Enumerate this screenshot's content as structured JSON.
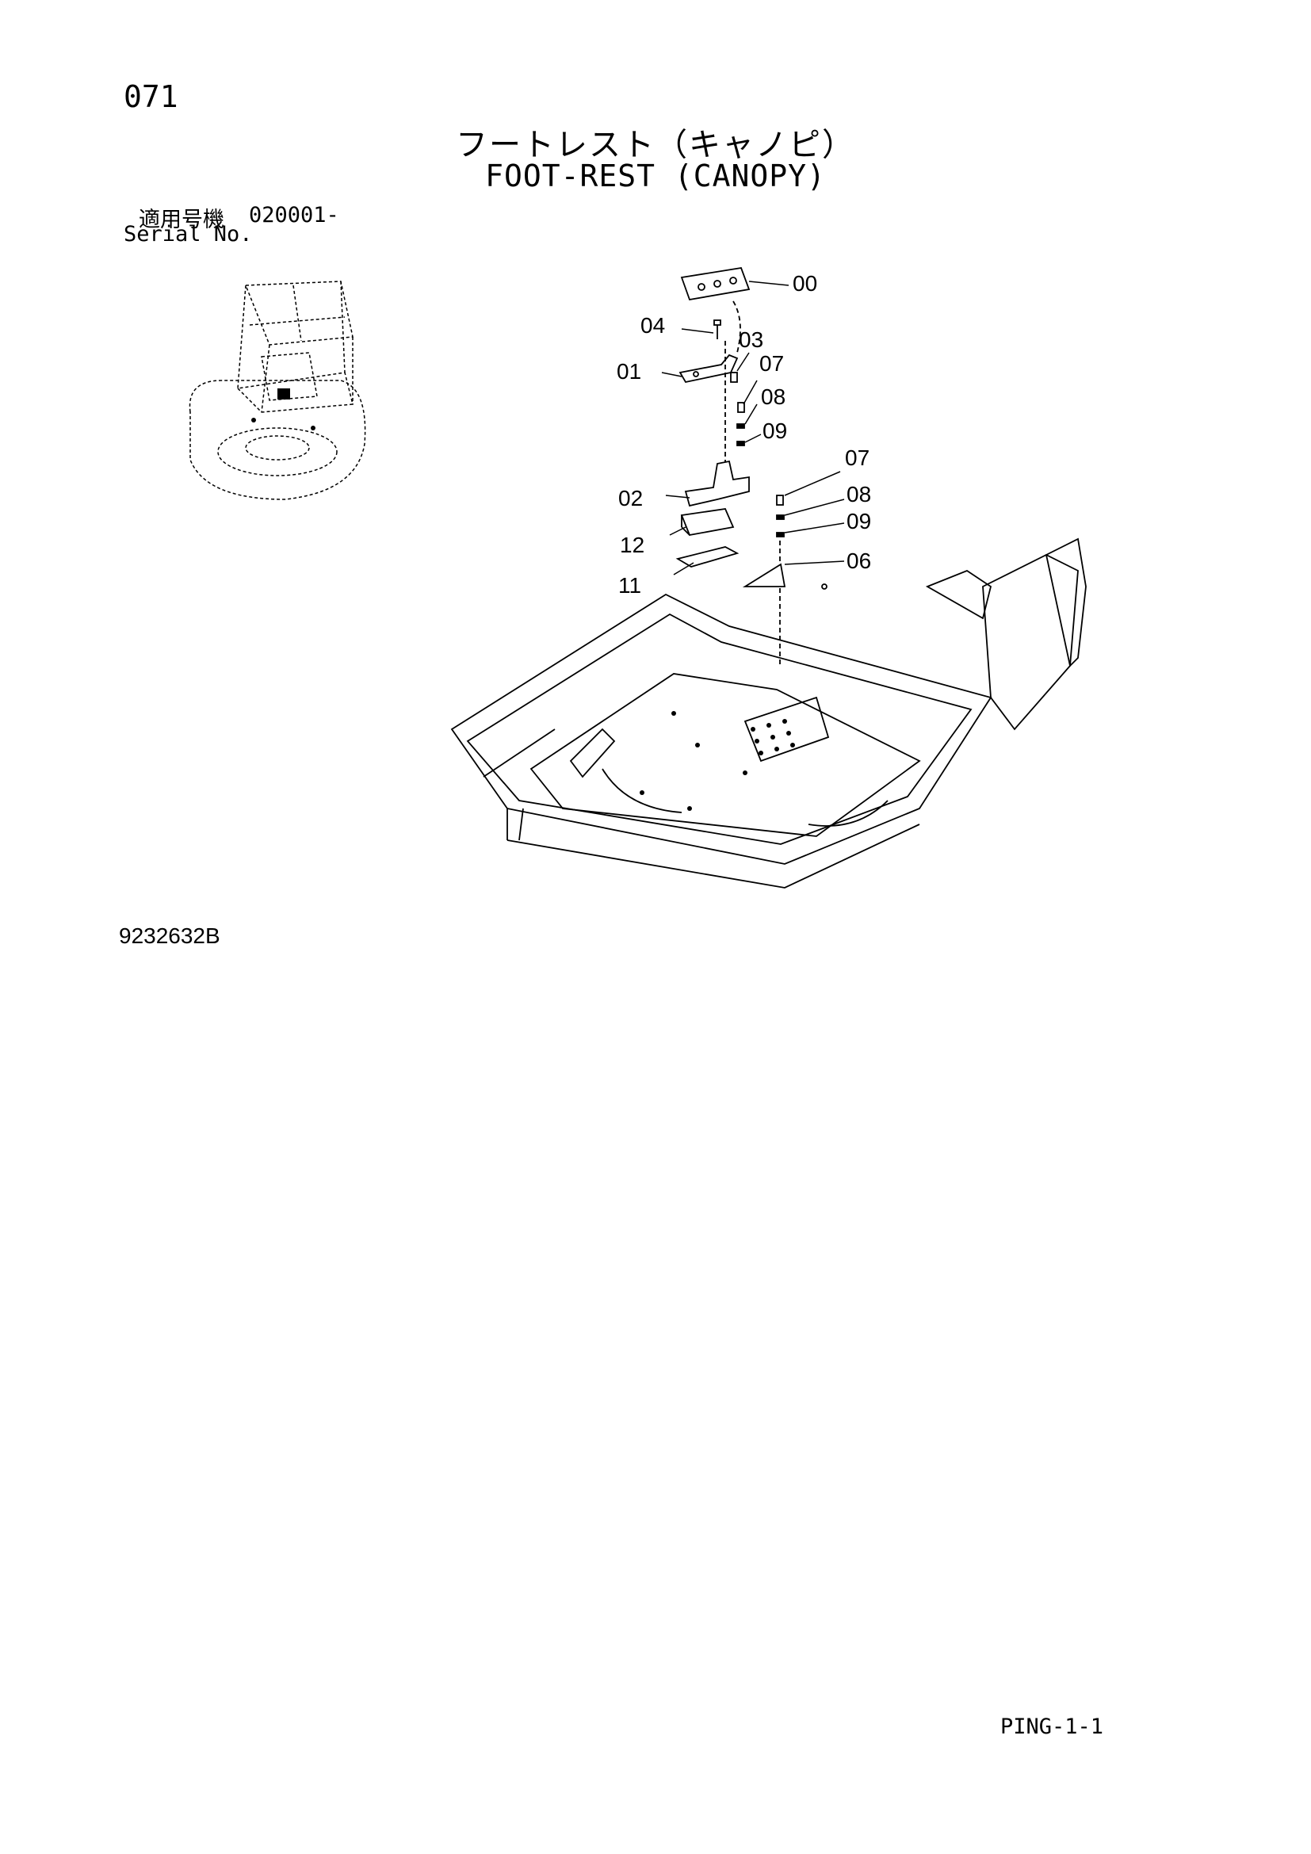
{
  "page": {
    "number": "071",
    "title_jp": "フートレスト（キャノピ）",
    "title_en": "FOOT-REST (CANOPY)",
    "serial_label_jp": "適用号機",
    "serial_value": "020001-",
    "serial_label_en": "Serial No.",
    "drawing_number": "9232632B",
    "page_code": "PING-1-1"
  },
  "callouts": [
    "00",
    "04",
    "03",
    "01",
    "07",
    "08",
    "09",
    "02",
    "07",
    "08",
    "09",
    "12",
    "06",
    "11"
  ]
}
